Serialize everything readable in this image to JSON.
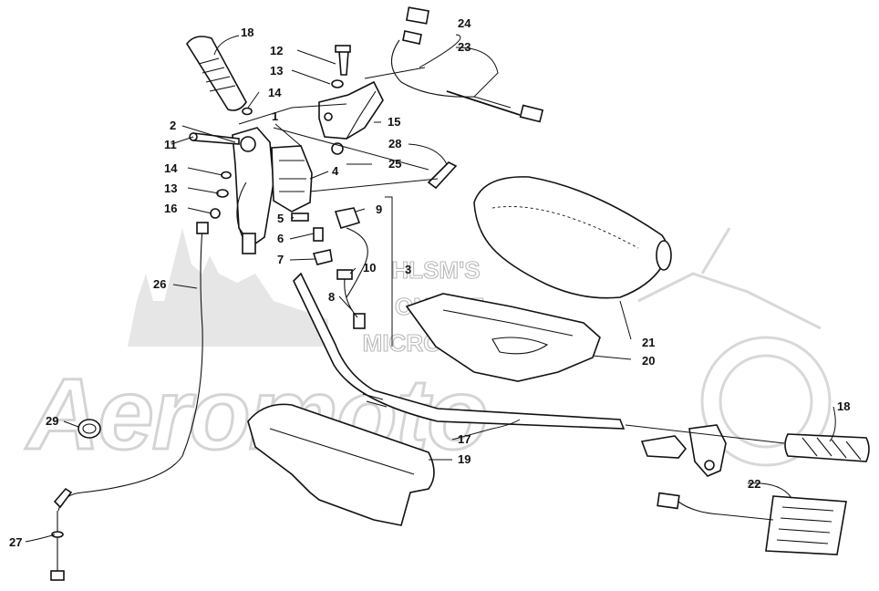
{
  "watermark": {
    "brand": "Aeromoto",
    "lines": [
      "HLSM'S",
      "ONLINE",
      "MICROFICHE"
    ]
  },
  "callouts": [
    {
      "id": "18a",
      "label": "18"
    },
    {
      "id": "12",
      "label": "12"
    },
    {
      "id": "13a",
      "label": "13"
    },
    {
      "id": "14a",
      "label": "14"
    },
    {
      "id": "1",
      "label": "1"
    },
    {
      "id": "2",
      "label": "2"
    },
    {
      "id": "11",
      "label": "11"
    },
    {
      "id": "14b",
      "label": "14"
    },
    {
      "id": "13b",
      "label": "13"
    },
    {
      "id": "16",
      "label": "16"
    },
    {
      "id": "24",
      "label": "24"
    },
    {
      "id": "23",
      "label": "23"
    },
    {
      "id": "15",
      "label": "15"
    },
    {
      "id": "28",
      "label": "28"
    },
    {
      "id": "25",
      "label": "25"
    },
    {
      "id": "4",
      "label": "4"
    },
    {
      "id": "9",
      "label": "9"
    },
    {
      "id": "5",
      "label": "5"
    },
    {
      "id": "6",
      "label": "6"
    },
    {
      "id": "7",
      "label": "7"
    },
    {
      "id": "3",
      "label": "3"
    },
    {
      "id": "10",
      "label": "10"
    },
    {
      "id": "8",
      "label": "8"
    },
    {
      "id": "26",
      "label": "26"
    },
    {
      "id": "21",
      "label": "21"
    },
    {
      "id": "20",
      "label": "20"
    },
    {
      "id": "18b",
      "label": "18"
    },
    {
      "id": "17",
      "label": "17"
    },
    {
      "id": "19",
      "label": "19"
    },
    {
      "id": "29",
      "label": "29"
    },
    {
      "id": "22",
      "label": "22"
    },
    {
      "id": "27",
      "label": "27"
    }
  ]
}
